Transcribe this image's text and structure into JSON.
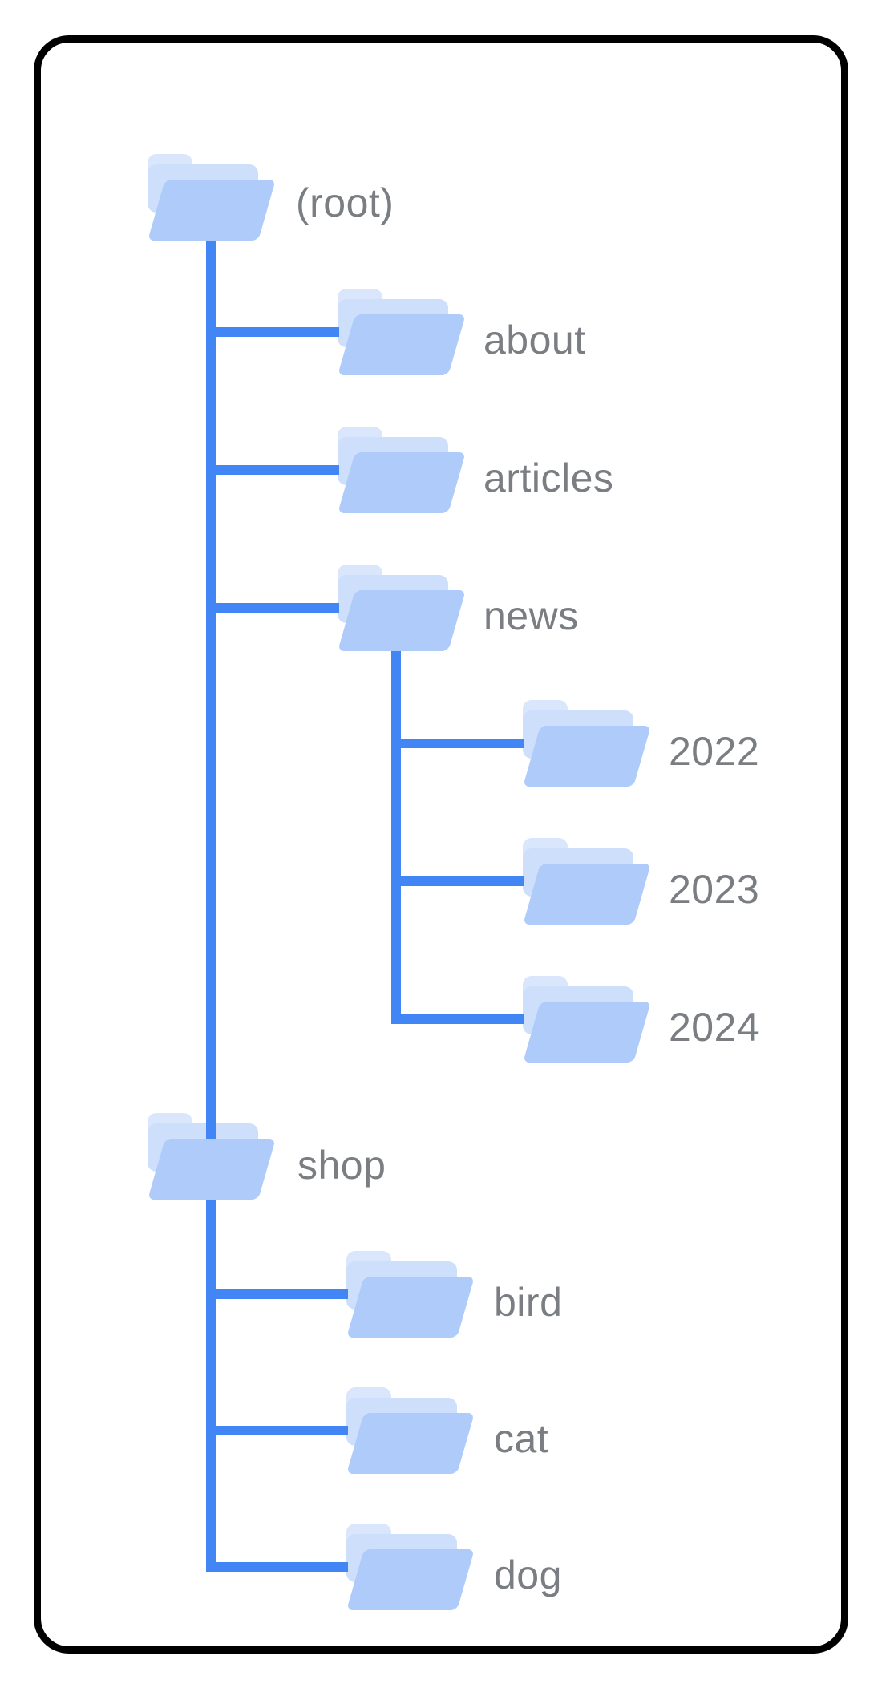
{
  "diagram": {
    "type": "site-structure-folder-tree",
    "colors": {
      "line": "#4285F4",
      "folder_front": "#AECBFA",
      "folder_mid": "#CDDFFB",
      "folder_tab": "#D9E6FC",
      "label_text": "#7A7D81",
      "card_border": "#000000",
      "background": "#FFFFFF"
    },
    "tree": {
      "root": {
        "label": "(root)",
        "children": [
          {
            "label": "about"
          },
          {
            "label": "articles"
          },
          {
            "label": "news",
            "children": [
              {
                "label": "2022"
              },
              {
                "label": "2023"
              },
              {
                "label": "2024"
              }
            ]
          },
          {
            "label": "shop",
            "children": [
              {
                "label": "bird"
              },
              {
                "label": "cat"
              },
              {
                "label": "dog"
              }
            ]
          }
        ]
      }
    }
  }
}
